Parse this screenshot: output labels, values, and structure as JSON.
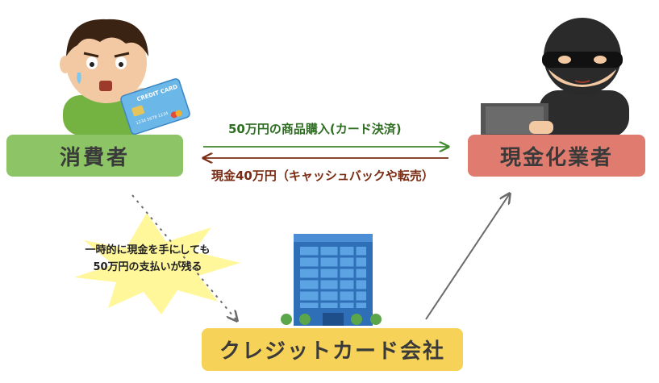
{
  "nodes": {
    "consumer": "消費者",
    "dealer": "現金化業者",
    "card_company": "クレジットカード会社"
  },
  "edges": {
    "purchase": "50万円の商品購入(カード決済)",
    "cash_back": "現金40万円（キャッシュバックや転売）"
  },
  "warning": {
    "line1": "一時的に現金を手にしても",
    "line2": "50万円の支払いが残る"
  },
  "credit_card": {
    "brand": "CREDIT CARD",
    "number": "1234 5678 1234"
  },
  "colors": {
    "consumer_box": "#8cc466",
    "dealer_box": "#e07b6f",
    "card_company_box": "#f6d258",
    "purchase_arrow": "#3f8a2c",
    "cash_arrow": "#7a2b12",
    "burst": "#fff79a"
  }
}
